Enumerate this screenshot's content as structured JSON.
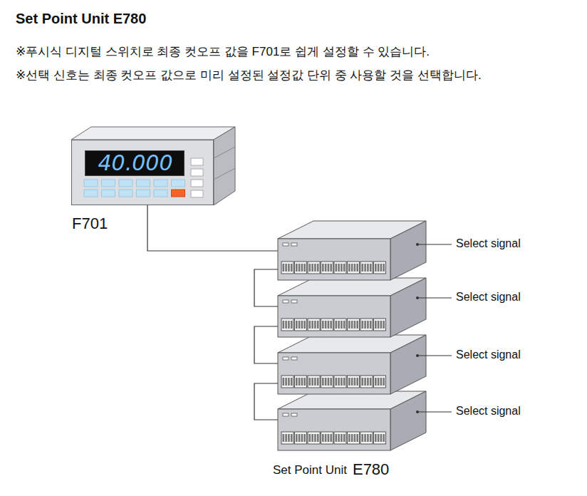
{
  "diagram": {
    "title": "Set Point Unit E780",
    "nodes": [
      {
        "text": [
          "F701"
        ]
      },
      {
        "text": [
          "40.000"
        ],
        "in": 0
      }
    ],
    "edges": [],
    "labels": [
      "※푸시식 디지털 스위치로 최종 컷오프 값을 F701로 쉽게 설정할 수 있습니다.",
      "※선택 신호는 최종 컷오프 값으로 미리 설정된 설정값 단위 중 사용할 것을 선택합니다.",
      "Select signal",
      "Select signal",
      "Select signal",
      "Select signal",
      "Set Point Unit",
      "E780"
    ]
  }
}
